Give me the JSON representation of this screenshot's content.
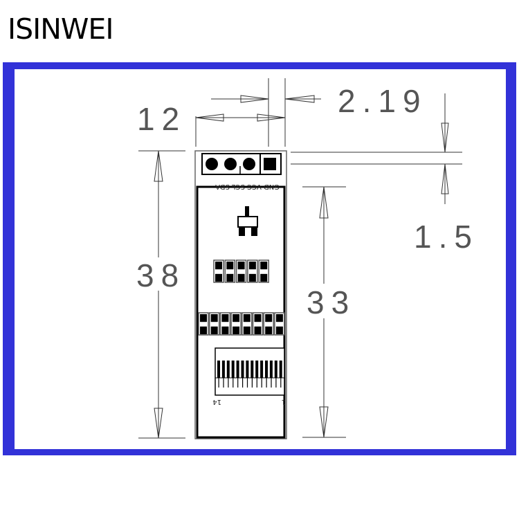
{
  "brand": "ISINWEI",
  "frame_color": "#3232d8",
  "drawing": {
    "dimensions": {
      "width": "12",
      "pin_offset": "2.19",
      "header_gap": "1.5",
      "total_height": "38",
      "body_height": "33"
    },
    "pin_labels": "GND VCC SCL SDA",
    "fpc_labels": {
      "left": "14",
      "right": "1"
    }
  }
}
